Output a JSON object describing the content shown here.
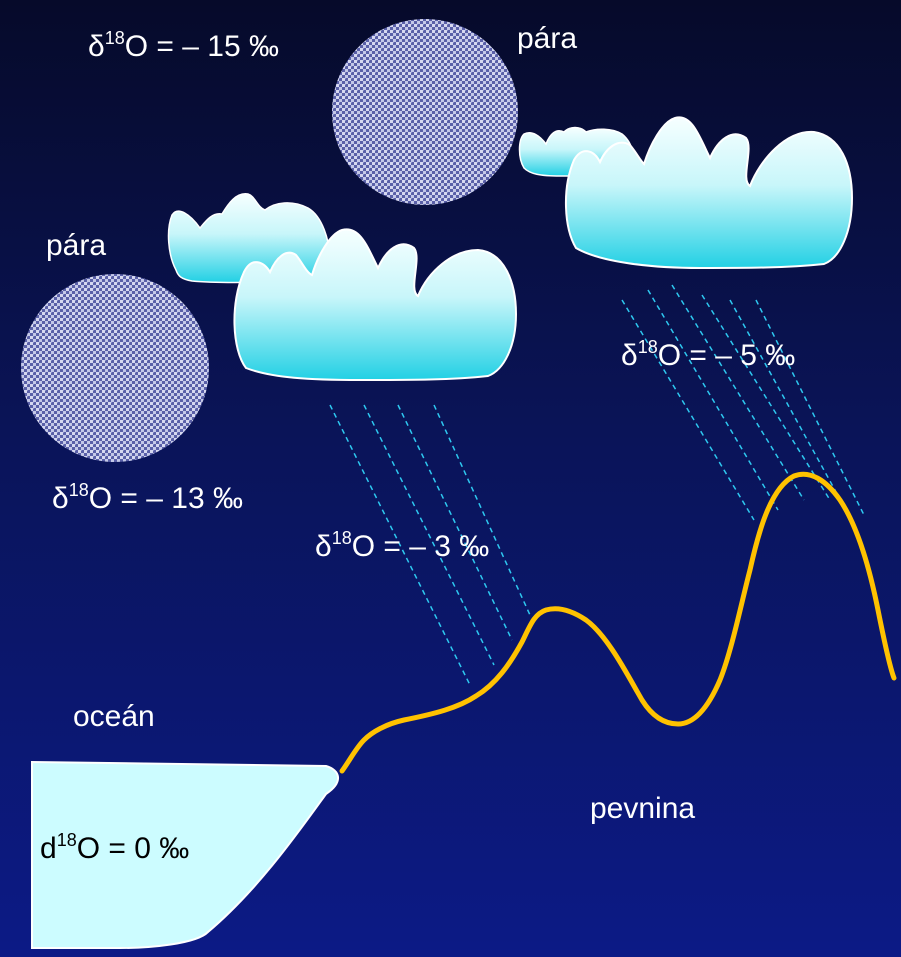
{
  "labels": {
    "vapor_top": {
      "delta": "δ",
      "sup": "18",
      "rest": "O = – 15 ‰"
    },
    "vapor_top_name": "pára",
    "vapor_left_name": "pára",
    "vapor_left": {
      "delta": "δ",
      "sup": "18",
      "rest": "O = – 13 ‰"
    },
    "rain_mid": {
      "delta": "δ",
      "sup": "18",
      "rest": "O = – 3 ‰"
    },
    "rain_right": {
      "delta": "δ",
      "sup": "18",
      "rest": "O = – 5 ‰"
    },
    "ocean_name": "oceán",
    "ocean_value": {
      "delta": "d",
      "sup": "18",
      "rest": "O = 0 ‰"
    },
    "land_name": "pevnina"
  },
  "colors": {
    "background_top": "#060a2a",
    "background_bottom": "#0c1a86",
    "terrain": "#ffc200",
    "ocean": "#ccfcff",
    "cloud_top": "#f4ffff",
    "cloud_bottom": "#1ed2e6",
    "rain": "#2ec8f0",
    "vapor": "#9aa0d6"
  }
}
